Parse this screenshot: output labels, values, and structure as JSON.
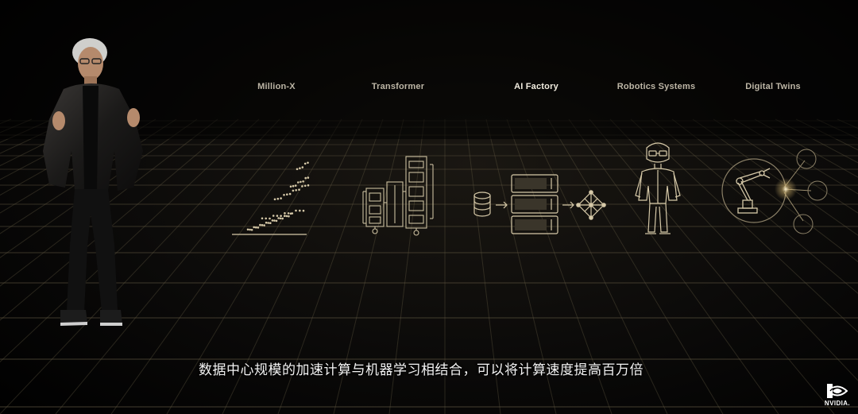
{
  "panels": {
    "million_x": {
      "label": "Million-X",
      "icon": "speedup-scatter-icon"
    },
    "transformer": {
      "label": "Transformer",
      "icon": "transformer-architecture-icon"
    },
    "ai_factory": {
      "label": "AI Factory",
      "icon": "ai-factory-pipeline-icon"
    },
    "robotics_systems": {
      "label": "Robotics Systems",
      "icon": "robot-figure-icon"
    },
    "digital_twins": {
      "label": "Digital Twins",
      "icon": "robot-arm-network-icon"
    }
  },
  "subtitle": {
    "text": "数据中心规模的加速计算与机器学习相结合，可以将计算速度提高百万倍"
  },
  "logo": {
    "text": "NVIDIA.",
    "icon": "nvidia-eye-icon"
  },
  "colors": {
    "background": "#000000",
    "line_art": "#d6c9a8",
    "label": "#bdb6a6",
    "highlight_label": "#f2ede0",
    "grid": "#6b6048"
  }
}
